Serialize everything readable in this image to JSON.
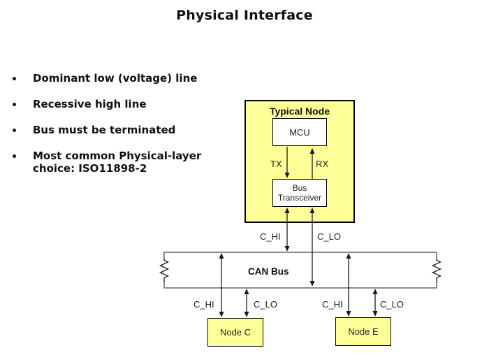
{
  "title": "Physical Interface",
  "bullets": [
    {
      "text": "Dominant low (voltage) line"
    },
    {
      "text": "Recessive high line"
    },
    {
      "text": "Bus must be terminated"
    },
    {
      "text": "Most common Physical-layer\nchoice: ISO11898-2"
    }
  ],
  "diagram": {
    "typical_node_label": "Typical Node",
    "mcu_label": "MCU",
    "transceiver_label": "Bus Transceiver",
    "tx_label": "TX",
    "rx_label": "RX",
    "bus_label": "CAN Bus",
    "chi_label": "C_HI",
    "clo_label": "C_LO",
    "node_c_label": "Node C",
    "node_e_label": "Node E"
  },
  "colors": {
    "node_fill": "#ffff99",
    "box_border": "#000000",
    "bus_border": "#8c8c8c",
    "line": "#1a1a1a",
    "text": "#111111"
  }
}
